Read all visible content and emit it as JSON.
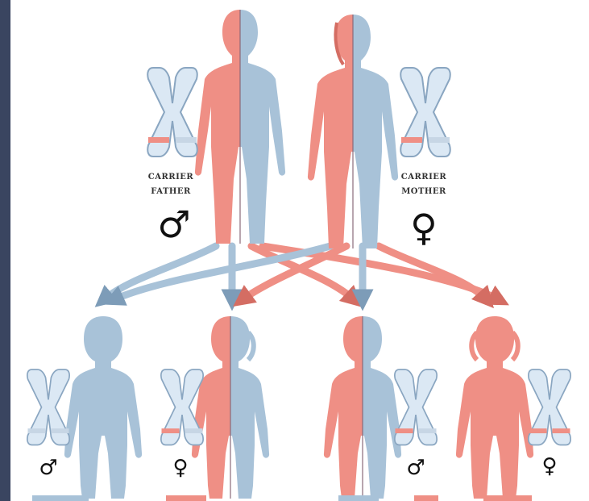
{
  "diagram": {
    "father_label_line1": "CARRIER",
    "father_label_line2": "FATHER",
    "mother_label_line1": "CARRIER",
    "mother_label_line2": "MOTHER",
    "male_symbol": "♂",
    "female_symbol": "♀"
  },
  "children": [
    {
      "symbol": "♂"
    },
    {
      "symbol": "♀"
    },
    {
      "symbol": "♂"
    },
    {
      "symbol": "♀"
    }
  ],
  "colors": {
    "blue": "#a8c2d8",
    "blue_dark": "#7d9cb8",
    "red": "#ef8f85",
    "red_dark": "#d46d63",
    "chrom_fill": "#dbe8f4",
    "chrom_stroke": "#8aa6c1",
    "border": "#3a4560"
  }
}
